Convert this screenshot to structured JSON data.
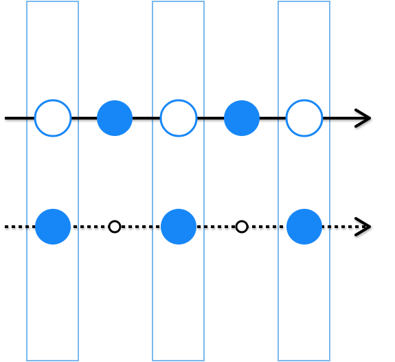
{
  "colors": {
    "column_stroke": "#7ab8ee",
    "node_fill": "#1787f7",
    "node_stroke": "#1787f7",
    "line": "#000000",
    "background": "#ffffff"
  },
  "columns": [
    {
      "id": "col-1"
    },
    {
      "id": "col-2"
    },
    {
      "id": "col-3"
    }
  ],
  "rows": [
    {
      "id": "top-row",
      "line_style": "solid",
      "arrow": "right",
      "nodes": [
        {
          "kind": "large",
          "filled": false
        },
        {
          "kind": "large",
          "filled": true
        },
        {
          "kind": "large",
          "filled": false
        },
        {
          "kind": "large",
          "filled": true
        },
        {
          "kind": "large",
          "filled": false
        }
      ]
    },
    {
      "id": "bottom-row",
      "line_style": "dotted",
      "arrow": "right",
      "nodes": [
        {
          "kind": "large",
          "filled": true
        },
        {
          "kind": "small",
          "filled": false
        },
        {
          "kind": "large",
          "filled": true
        },
        {
          "kind": "small",
          "filled": false
        },
        {
          "kind": "large",
          "filled": true
        }
      ]
    }
  ]
}
